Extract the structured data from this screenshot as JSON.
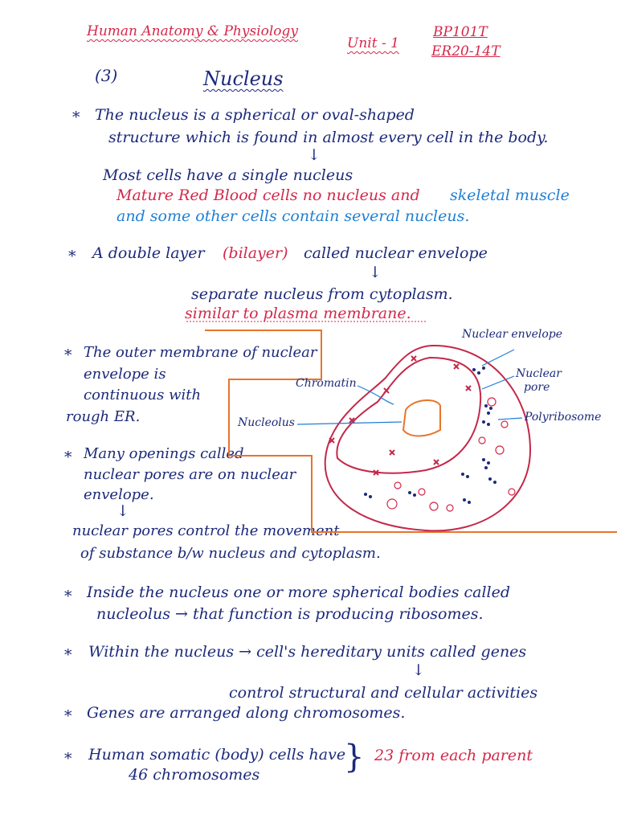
{
  "header": {
    "course": "Human Anatomy & Physiology",
    "unit": "Unit - 1",
    "code": "BP101T",
    "regulation": "ER20-14T",
    "topic_number": "(3)",
    "title": "Nucleus"
  },
  "notes": {
    "p1_bullet": "*",
    "p1_line1": "The nucleus is a spherical or oval-shaped",
    "p1_line2": "structure which is found in almost every cell in the body.",
    "arrow": "↓",
    "p1_sub1": "Most cells have a single nucleus",
    "p1_sub2_red": "Mature Red Blood cells no nucleus and",
    "p1_sub2_blue": "skeletal muscle",
    "p1_sub3": "and some other cells contain several nucleus.",
    "p2_bullet": "*",
    "p2_line1_a": "A double layer",
    "p2_line1_b": "(bilayer)",
    "p2_line1_c": "called nuclear envelope",
    "p2_sub1": "separate nucleus from cytoplasm.",
    "p2_sub2": "similar to plasma membrane.",
    "p3_bullet": "*",
    "p3_line1": "The outer membrane of nuclear",
    "p3_line2": "envelope is",
    "p3_line3": "continuous with",
    "p3_line4": "rough ER.",
    "p4_bullet": "*",
    "p4_line1": "Many openings called",
    "p4_line2": "nuclear pores are on nuclear",
    "p4_line3": "envelope.",
    "p4_sub1": "nuclear pores control the movement",
    "p4_sub2": "of substance b/w nucleus and cytoplasm.",
    "p5_bullet": "*",
    "p5_line1": "Inside the nucleus one or more spherical bodies called",
    "p5_line2": "nucleolus → that function is producing ribosomes.",
    "p6_bullet": "*",
    "p6_line1": "Within the nucleus → cell's hereditary units called genes",
    "p6_sub1": "control structural and cellular activities",
    "p7_bullet": "*",
    "p7_line1": "Genes are arranged along chromosomes.",
    "p8_bullet": "*",
    "p8_line1": "Human somatic (body) cells have",
    "p8_line2": "46 chromosomes",
    "p8_brace": "}",
    "p8_red": "23 from each parent"
  },
  "diagram": {
    "label_envelope": "Nuclear envelope",
    "label_pore_1": "Nuclear",
    "label_pore_2": "pore",
    "label_chromatin": "Chromatin",
    "label_nucleolus": "Nucleolus",
    "label_polyribosome": "Polyribosome"
  },
  "colors": {
    "ink_navy": "#1c2a7a",
    "ink_red": "#d4284a",
    "ink_blue": "#1f7fd4",
    "er_orange": "#e8742a"
  }
}
